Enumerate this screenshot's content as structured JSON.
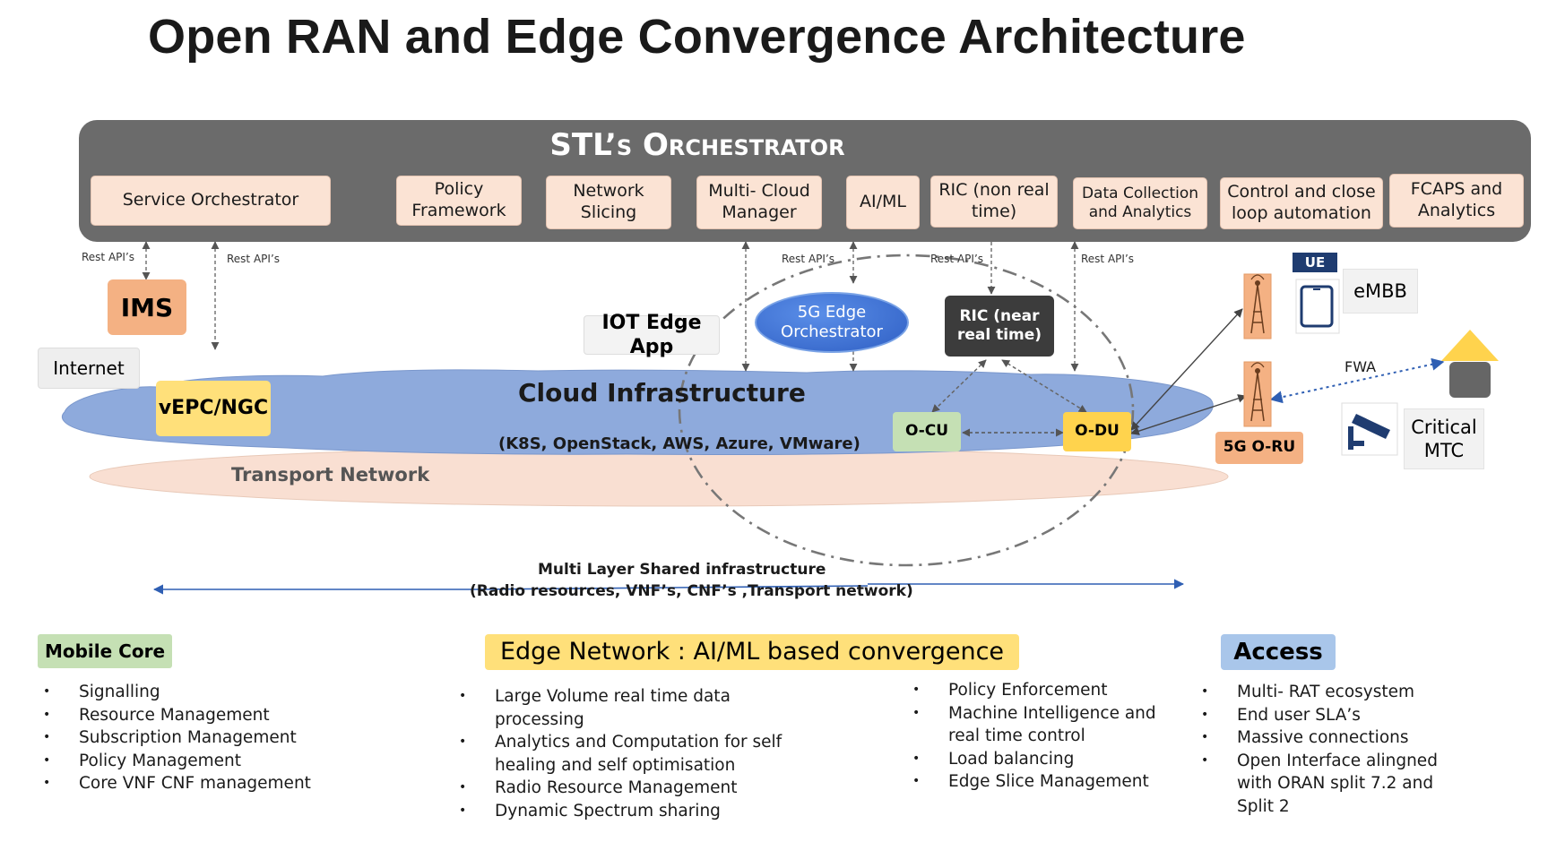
{
  "title": "Open RAN and Edge Convergence Architecture",
  "orchestrator": {
    "title": "STL’s Orchestrator",
    "modules": [
      "Service Orchestrator",
      "Policy Framework",
      "Network Slicing",
      "Multi- Cloud Manager",
      "AI/ML",
      "RIC (non real time)",
      "Data Collection and Analytics",
      "Control and close loop automation",
      "FCAPS and Analytics"
    ]
  },
  "api_labels": [
    "Rest API’s",
    "Rest API’s",
    "Rest API’s",
    "Rest API’s",
    "Rest API’s"
  ],
  "nodes": {
    "ims": "IMS",
    "internet": "Internet",
    "vepc": "vEPC/NGC",
    "iot_edge_app": "IOT Edge App",
    "edge_orchestrator": "5G Edge Orchestrator",
    "ric_near": "RIC (near real time)",
    "cloud_infra": "Cloud Infrastructure",
    "cloud_sub": "(K8S, OpenStack, AWS, Azure, VMware)",
    "transport": "Transport Network",
    "ocu": "O-CU",
    "odu": "O-DU",
    "oru": "5G O-RU",
    "ue": "UE",
    "embb": "eMBB",
    "fwa": "FWA",
    "critical_mtc": "Critical MTC"
  },
  "shared_infra": {
    "line1": "Multi Layer Shared infrastructure",
    "line2": "(Radio resources, VNF’s, CNF’s ,Transport network)"
  },
  "sections": {
    "mobile_core": {
      "title": "Mobile Core",
      "items": [
        "Signalling",
        "Resource Management",
        "Subscription Management",
        "Policy Management",
        "Core VNF CNF management"
      ]
    },
    "edge_network": {
      "title": "Edge Network : AI/ML based convergence",
      "items_left": [
        "Large Volume real time data processing",
        "Analytics and Computation for self healing and self optimisation",
        "Radio Resource Management",
        "Dynamic Spectrum sharing"
      ],
      "items_right": [
        "Policy Enforcement",
        "Machine Intelligence and real time control",
        "Load balancing",
        "Edge Slice Management"
      ]
    },
    "access": {
      "title": "Access",
      "items": [
        "Multi- RAT ecosystem",
        "End user SLA’s",
        "Massive connections",
        "Open Interface alingned with ORAN split 7.2 and Split 2"
      ]
    }
  },
  "colors": {
    "orchestrator_bg": "#6b6b6b",
    "module_bg": "#fbe3d4",
    "cloud": "#8eaadc",
    "transport": "#f9dfd2",
    "yellow": "#ffe07a",
    "green": "#c5e0b4",
    "orange": "#f4b183",
    "blue_badge": "#a9c6ea",
    "edge_orch": "#3e74d6",
    "ric_near": "#3c3c3c"
  },
  "icons": [
    "antenna-icon",
    "tablet-icon",
    "house-icon",
    "camera-icon"
  ]
}
